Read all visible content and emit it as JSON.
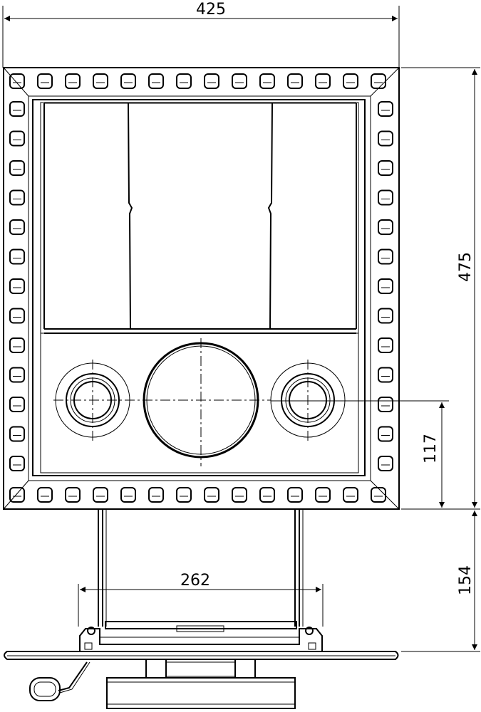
{
  "dimensions": {
    "width": "425",
    "height": "475",
    "port_offset": "117",
    "lower_height": "154",
    "bracket_width": "262"
  },
  "colors": {
    "line": "#000000",
    "background": "#ffffff"
  }
}
